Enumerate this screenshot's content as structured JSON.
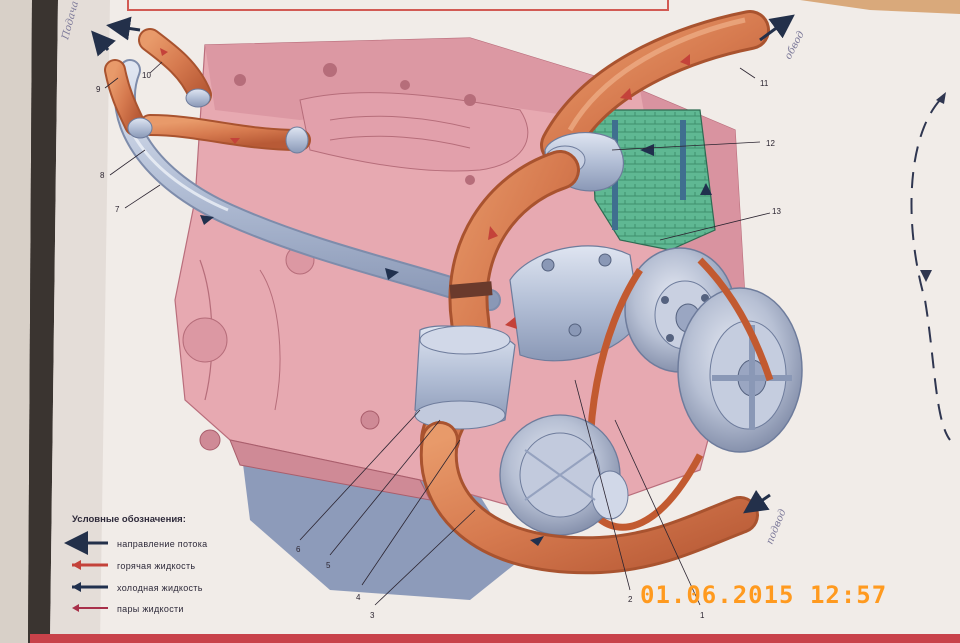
{
  "legend": {
    "title": "Условные обозначения:",
    "items": [
      {
        "label": "направление потока",
        "color": "#23304a"
      },
      {
        "label": "горячая жидкость",
        "color": "#c4423a"
      },
      {
        "label": "холодная жидкость",
        "color": "#20304e"
      },
      {
        "label": "пары жидкости",
        "color": "#a8304a"
      }
    ]
  },
  "callouts": [
    "1",
    "2",
    "3",
    "4",
    "5",
    "6",
    "7",
    "8",
    "9",
    "10",
    "11",
    "12",
    "13"
  ],
  "handwritten": {
    "top_right": "обвод",
    "bottom_right": "подвод",
    "top_left": "Подача отопит."
  },
  "timestamp": "01.06.2015  12:57",
  "colors": {
    "page": "#f1ece8",
    "block": "#e7a9b1",
    "hose": "#d67a4f",
    "metal": "#b9c3d8",
    "coolant": "#5fb893",
    "stamp": "#ff9a1f"
  }
}
